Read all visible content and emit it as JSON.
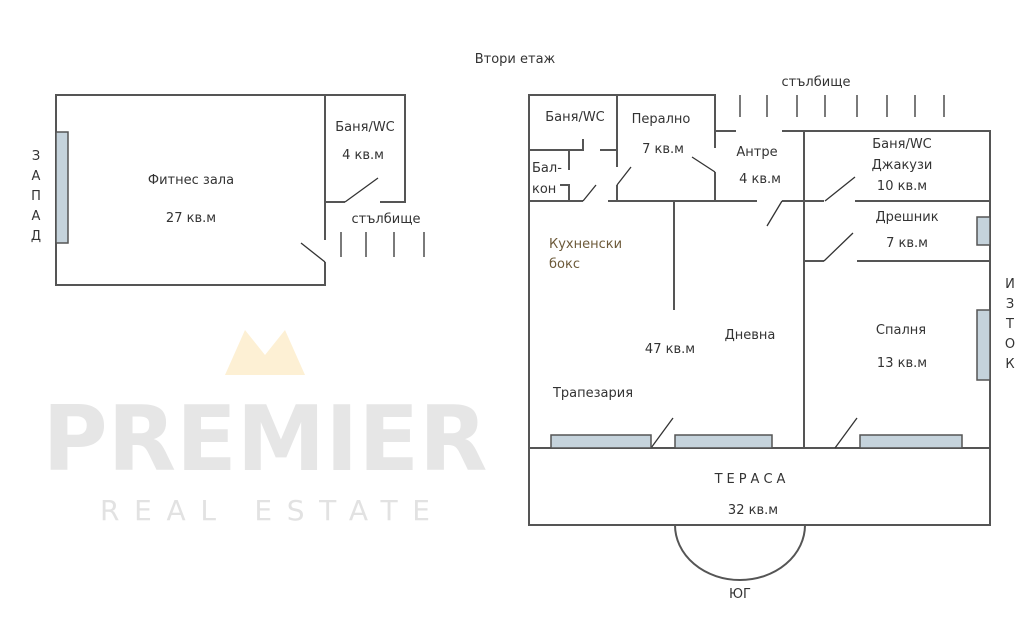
{
  "title": "Втори етаж",
  "watermark": {
    "brand": "PREMIER",
    "tagline": "REAL ESTATE",
    "accent": "#f5c66a"
  },
  "directions": {
    "west": [
      "З",
      "А",
      "П",
      "А",
      "Д"
    ],
    "east": [
      "И",
      "З",
      "Т",
      "О",
      "К"
    ],
    "south": "ЮГ"
  },
  "rooms": {
    "fitness": {
      "name": "Фитнес зала",
      "area": "27 кв.м"
    },
    "bath_left": {
      "name": "Баня/WC",
      "area": "4 кв.м"
    },
    "stairs_left": {
      "name": "стълбище"
    },
    "bath_small": {
      "name": "Баня/WC"
    },
    "laundry": {
      "name": "Перално",
      "area": "7 кв.м"
    },
    "balcony": {
      "line1": "Бал-",
      "line2": "кон"
    },
    "hall": {
      "name": "Антре",
      "area": "4 кв.м"
    },
    "stairs_top": {
      "name": "стълбище"
    },
    "bath_jacuzzi": {
      "line1": "Баня/WC",
      "line2": "Джакузи",
      "area": "10 кв.м"
    },
    "closet": {
      "name": "Дрешник",
      "area": "7 кв.м"
    },
    "kitchen": {
      "line1": "Кухненски",
      "line2": "бокс"
    },
    "living_area": {
      "area": "47 кв.м"
    },
    "living": {
      "name": "Дневна"
    },
    "dining": {
      "name": "Трапезария"
    },
    "bedroom": {
      "name": "Спалня",
      "area": "13 кв.м"
    },
    "terrace": {
      "name": "ТЕРАСА",
      "area": "32 кв.м"
    }
  }
}
